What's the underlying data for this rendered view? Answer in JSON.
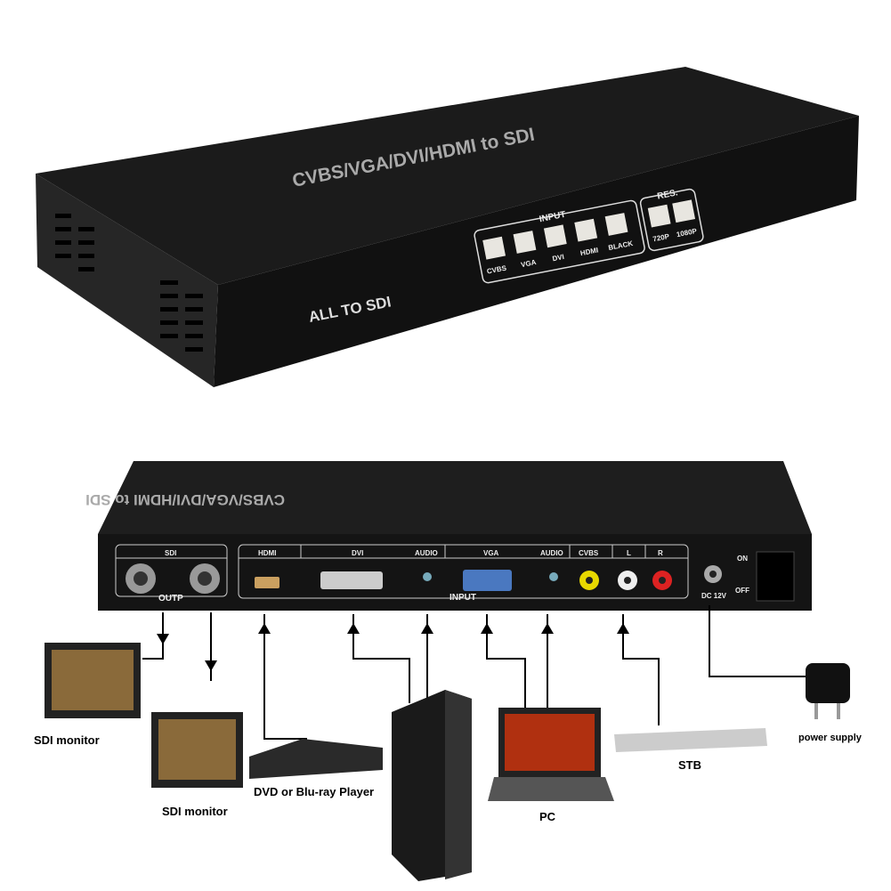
{
  "front": {
    "top_title": "CVBS/VGA/DVI/HDMI to SDI",
    "front_title": "ALL TO SDI",
    "input_group": "INPUT",
    "res_group": "RES.",
    "input_buttons": [
      "CVBS",
      "VGA",
      "DVI",
      "HDMI",
      "BLACK"
    ],
    "res_buttons": [
      "720P",
      "1080P"
    ]
  },
  "back": {
    "top_title": "CVBS/VGA/DVI/HDMI to SDI",
    "sdi_label": "SDI",
    "output_label": "OUTP",
    "port_labels": [
      "HDMI",
      "DVI",
      "AUDIO",
      "VGA",
      "AUDIO",
      "CVBS",
      "L",
      "R"
    ],
    "input_label": "INPUT",
    "dc_label": "DC 12V",
    "on_label": "ON",
    "off_label": "OFF"
  },
  "devices": {
    "sdi_monitor_1": "SDI monitor",
    "sdi_monitor_2": "SDI monitor",
    "dvd": "DVD or Blu-ray Player",
    "pc": "PC",
    "stb": "STB",
    "power": "power supply"
  }
}
